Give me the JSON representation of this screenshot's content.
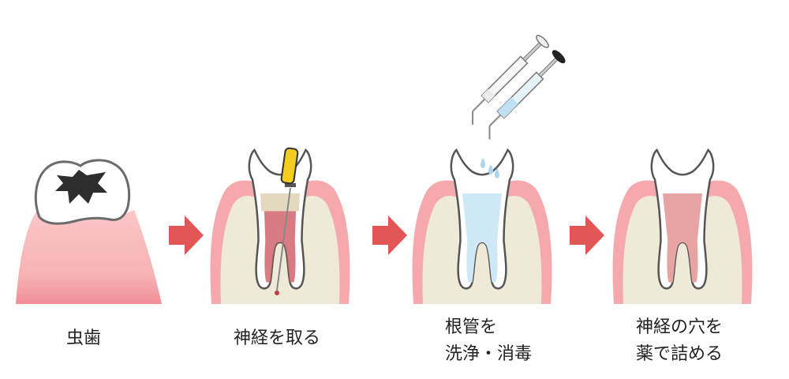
{
  "steps": [
    {
      "id": "cavity",
      "lines": [
        "虫歯"
      ]
    },
    {
      "id": "remove",
      "lines": [
        "神経を取る"
      ]
    },
    {
      "id": "clean",
      "lines": [
        "根管を",
        "洗浄・消毒"
      ]
    },
    {
      "id": "fill",
      "lines": [
        "神経の穴を",
        "薬で詰める"
      ]
    }
  ],
  "colors": {
    "gum": "#f6b4b6",
    "gum_edge": "#ee8f93",
    "bone": "#efe9d8",
    "enamel": "#ffffff",
    "outline": "#555555",
    "decay": "#333333",
    "pulp": "#d56d75",
    "rinse": "#cfe8f5",
    "fill": "#e8a4a2",
    "arrow": "#e35656",
    "file_handle": "#f4cd1f"
  },
  "icons": [
    "arrow-right-icon",
    "endodontic-file-icon",
    "syringe-icon",
    "water-drop-icon"
  ]
}
